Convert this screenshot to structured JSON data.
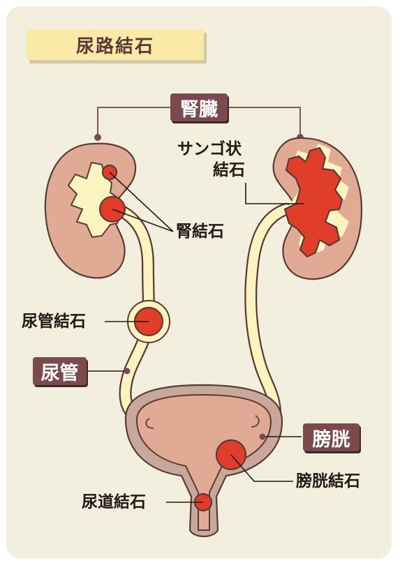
{
  "title": "尿路結石",
  "tags": {
    "kidney": "腎臓",
    "ureter": "尿管",
    "bladder": "膀胱"
  },
  "labels": {
    "staghorn_line1": "サンゴ状",
    "staghorn_line2": "結石",
    "kidney_stone": "腎結石",
    "ureter_stone": "尿管結石",
    "bladder_stone": "膀胱結石",
    "urethra_stone": "尿道結石"
  },
  "colors": {
    "background": "#f3efdf",
    "kidney": "#e0aa95",
    "stone": "#e03d2a",
    "urine_tract": "#fcf4c0",
    "bladder_wall": "#c9a89c",
    "tag": "#7b4a4e",
    "title_box": "#fbe9a8"
  }
}
